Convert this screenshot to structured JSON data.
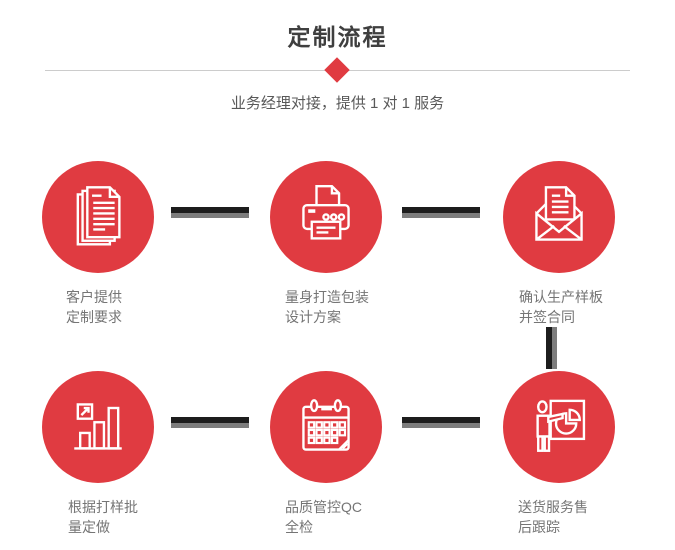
{
  "header": {
    "title": "定制流程",
    "subtitle": "业务经理对接，提供 1 对 1 服务"
  },
  "colors": {
    "accent": "#e03b41",
    "connector_dark": "#1d1d1d",
    "connector_gray": "#7d7d7d",
    "divider": "#cccccc",
    "title": "#3f3f3f",
    "subtitle": "#595959",
    "label": "#757575"
  },
  "icons": {
    "divider_marker": "diamond-icon",
    "steps": [
      "documents-icon",
      "printer-icon",
      "envelope-icon",
      "bar-chart-icon",
      "calendar-icon",
      "presentation-icon"
    ]
  },
  "steps": [
    {
      "icon": "documents-icon",
      "lines": [
        "客户提供",
        "定制要求"
      ]
    },
    {
      "icon": "printer-icon",
      "lines": [
        "量身打造包装",
        "设计方案"
      ]
    },
    {
      "icon": "envelope-icon",
      "lines": [
        "确认生产样板",
        "并签合同"
      ]
    },
    {
      "icon": "bar-chart-icon",
      "lines": [
        "根据打样批",
        "量定做"
      ]
    },
    {
      "icon": "calendar-icon",
      "lines": [
        "品质管控QC",
        "全检"
      ]
    },
    {
      "icon": "presentation-icon",
      "lines": [
        "送货服务售",
        "后跟踪"
      ]
    }
  ]
}
